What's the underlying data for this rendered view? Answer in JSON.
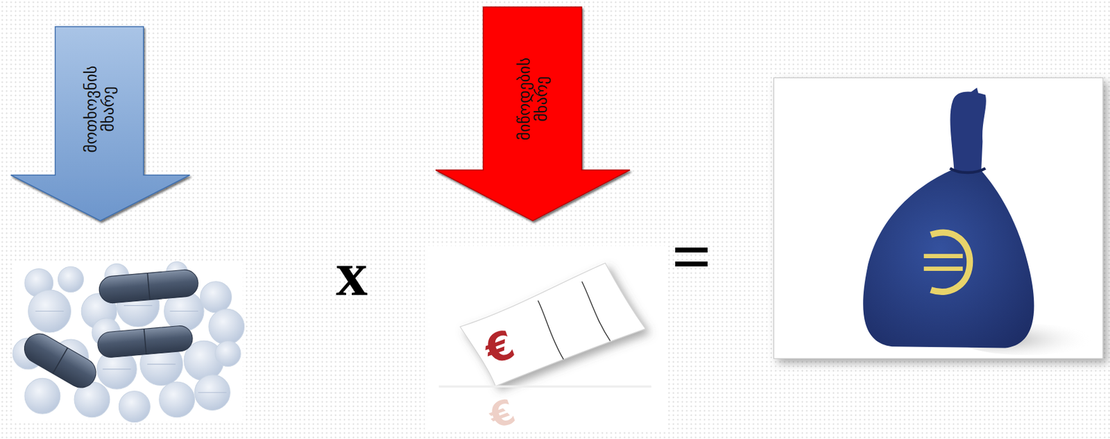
{
  "diagram": {
    "nodes": [
      {
        "text": [
          "მოთხოვნის მხარე"
        ]
      },
      {
        "text": [
          "მიწოდების მხარე"
        ]
      }
    ],
    "labels": [
      "x",
      "€",
      "€",
      "="
    ]
  }
}
